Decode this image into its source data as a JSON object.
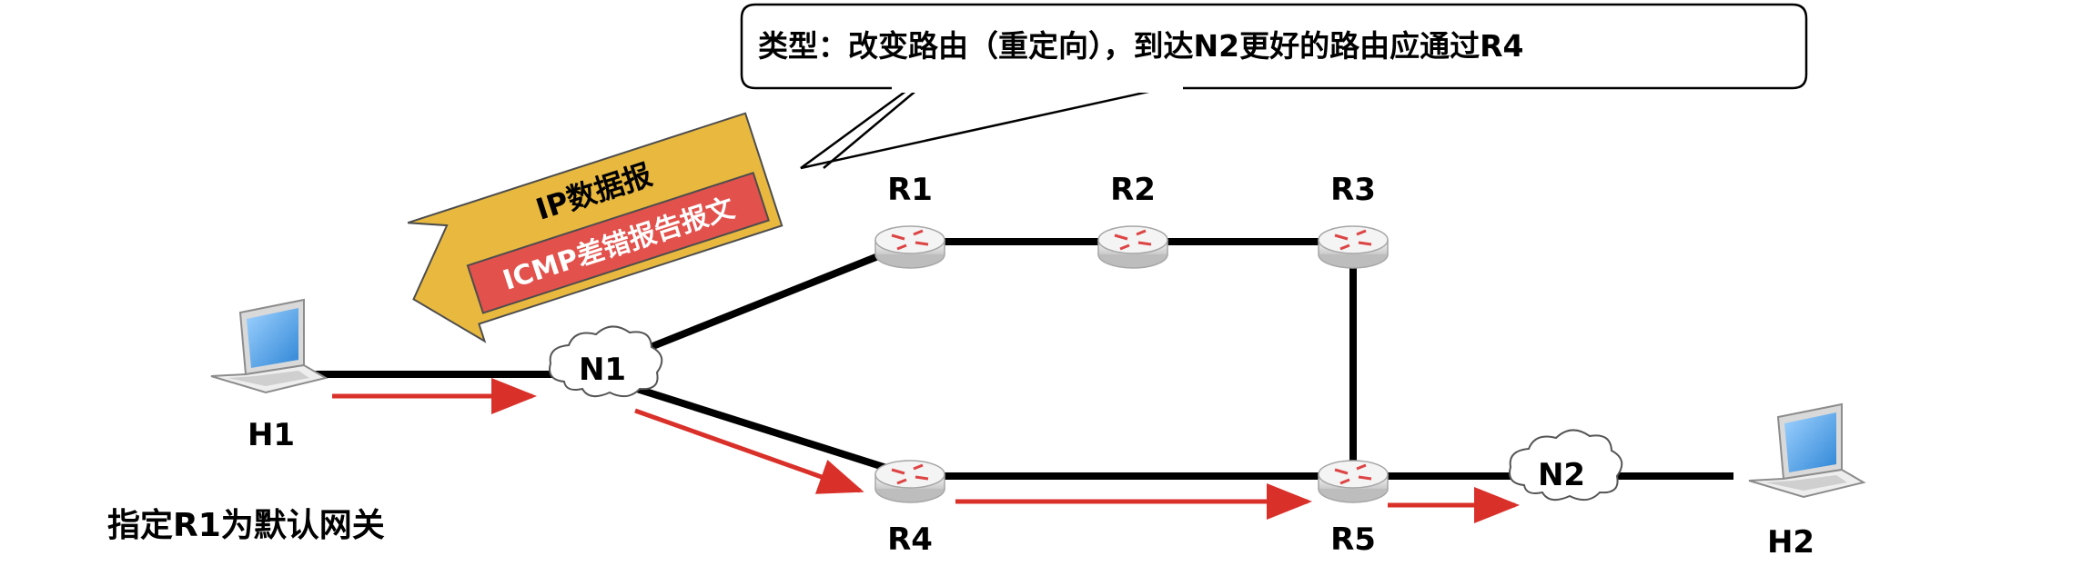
{
  "callout": {
    "text": "类型：改变路由（重定向），到达N2更好的路由应通过R4"
  },
  "packet": {
    "outer_label": "IP数据报",
    "inner_label": "ICMP差错报告报文",
    "outer_color": "#E9B93F",
    "inner_color": "#E2514C"
  },
  "nodes": {
    "r1": "R1",
    "r2": "R2",
    "r3": "R3",
    "r4": "R4",
    "r5": "R5",
    "n1": "N1",
    "n2": "N2",
    "h1": "H1",
    "h2": "H2"
  },
  "note": "指定R1为默认网关",
  "colors": {
    "link": "#000000",
    "flow": "#D9302A"
  }
}
